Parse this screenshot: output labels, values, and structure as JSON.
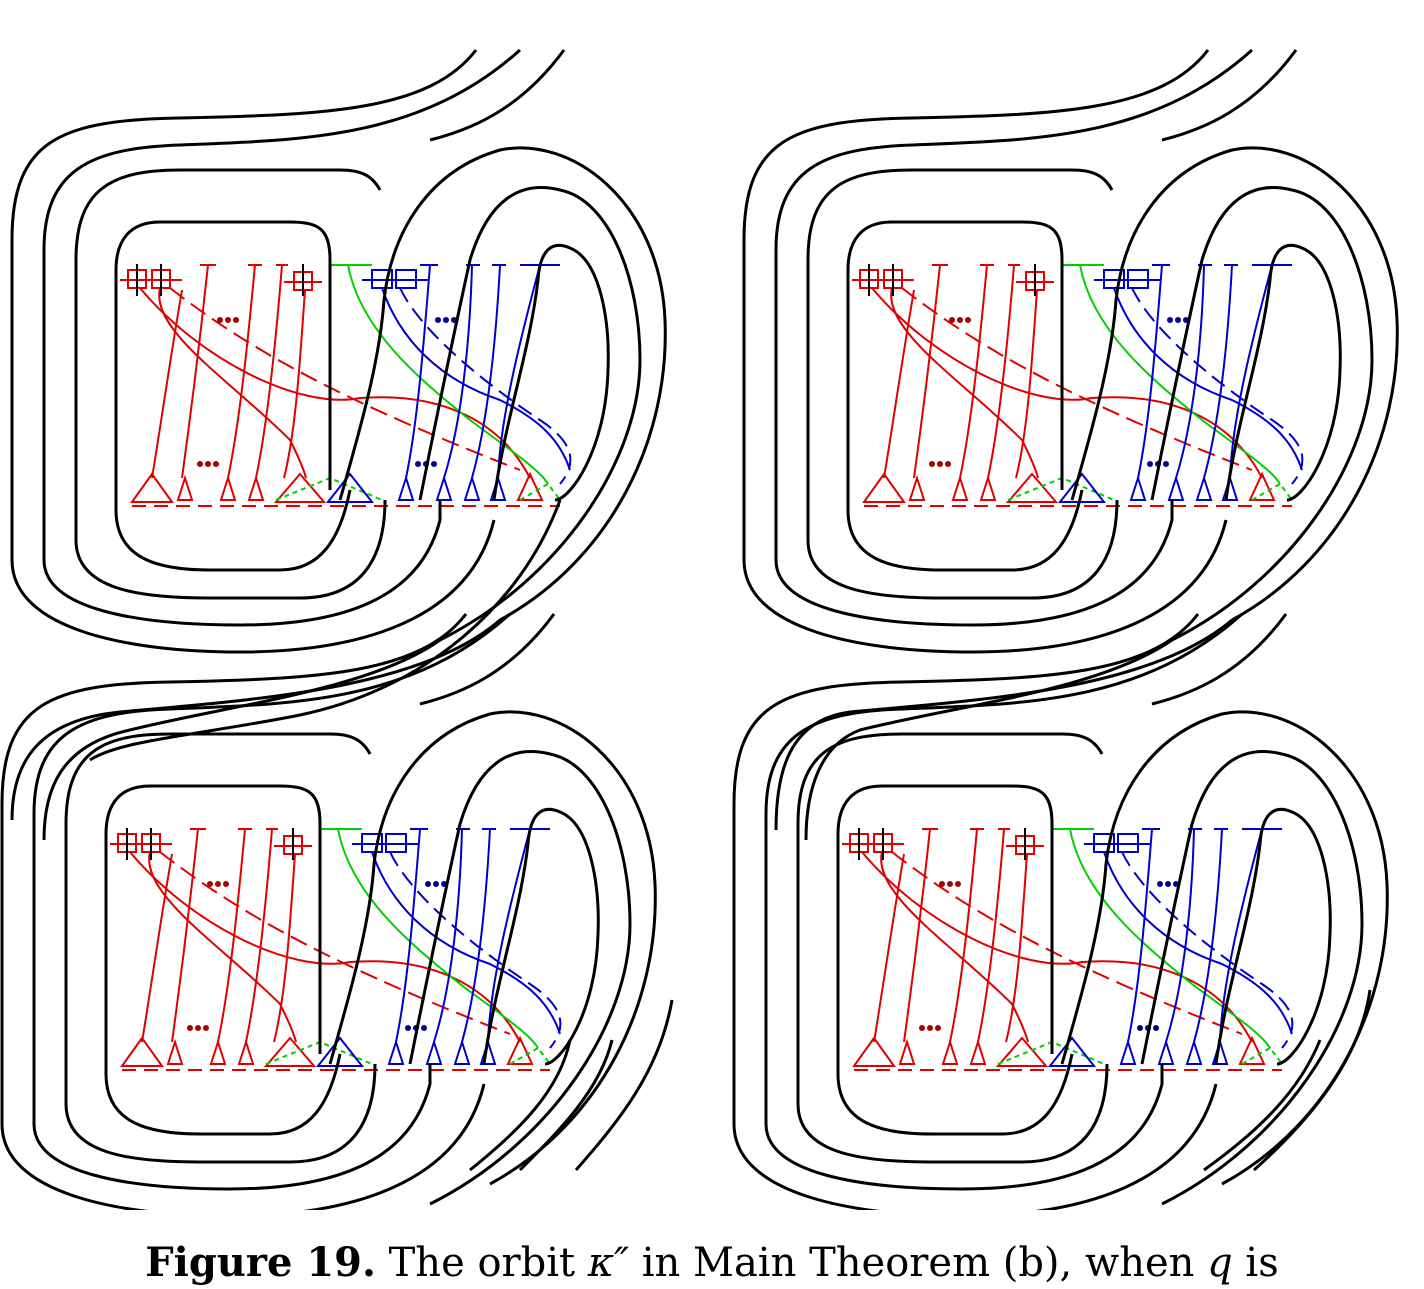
{
  "caption": {
    "label": "Figure 19.",
    "text_before": " The orbit ",
    "kappa": "κ″",
    "text_middle": " in Main Theorem (b), when ",
    "q": "q",
    "text_after": " is"
  },
  "colors": {
    "orbit": "#000000",
    "red_family": "#e00000",
    "green_family": "#00d000",
    "blue_family": "#0000cc",
    "red_dots": "#aa0000",
    "blue_dots": "#000099"
  },
  "panels": [
    "top-left",
    "top-right",
    "bottom-left",
    "bottom-right"
  ]
}
